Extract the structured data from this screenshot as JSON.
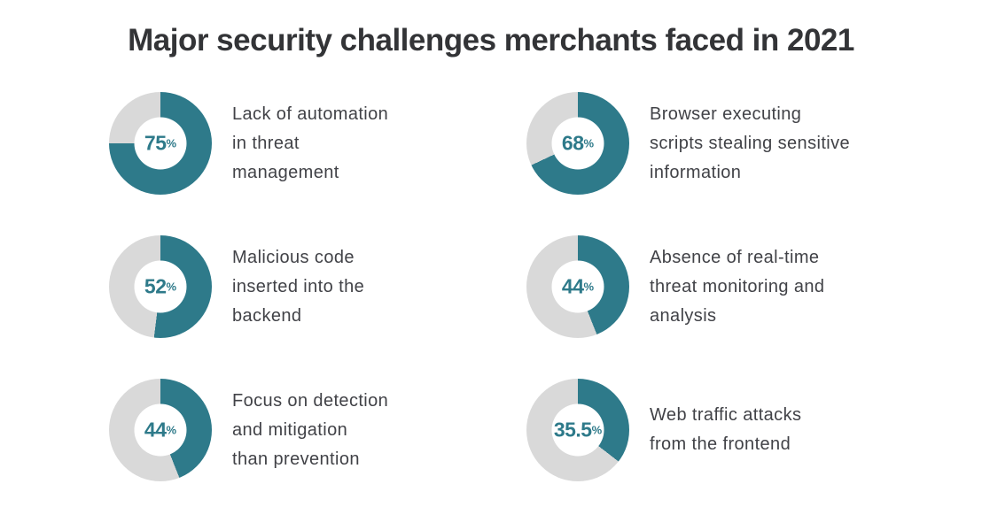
{
  "title": "Major security challenges merchants faced in 2021",
  "colors": {
    "accent": "#2e7a8a",
    "track": "#d9d9d9",
    "title_text": "#333437",
    "body_text": "#414247"
  },
  "chart_data": {
    "type": "pie",
    "variant": "donut-grid",
    "title": "Major security challenges merchants faced in 2021",
    "unit": "%",
    "start_angle_deg": 0,
    "direction": "clockwise",
    "legend": "none",
    "categories": [
      "Lack of automation in threat management",
      "Browser executing scripts stealing sensitive information",
      "Malicious code inserted into the backend",
      "Absence of real-time threat monitoring and analysis",
      "Focus on detection and mitigation than prevention",
      "Web traffic attacks from the frontend"
    ],
    "values": [
      75,
      68,
      52,
      44,
      44,
      35.5
    ],
    "items": [
      {
        "value": 75,
        "display": "75",
        "label": "Lack of automation in threat management",
        "lines": [
          "Lack of automation",
          "in threat",
          "management"
        ]
      },
      {
        "value": 68,
        "display": "68",
        "label": "Browser executing scripts stealing sensitive information",
        "lines": [
          "Browser executing",
          "scripts stealing sensitive",
          "information"
        ]
      },
      {
        "value": 52,
        "display": "52",
        "label": "Malicious code inserted into the backend",
        "lines": [
          "Malicious code",
          "inserted into the",
          "backend"
        ]
      },
      {
        "value": 44,
        "display": "44",
        "label": "Absence of real-time threat monitoring and analysis",
        "lines": [
          "Absence of real-time",
          "threat monitoring and",
          "analysis"
        ]
      },
      {
        "value": 44,
        "display": "44",
        "label": "Focus on detection and mitigation than prevention",
        "lines": [
          "Focus on detection",
          "and mitigation",
          "than prevention"
        ]
      },
      {
        "value": 35.5,
        "display": "35.5",
        "label": "Web traffic attacks from the frontend",
        "lines": [
          "Web traffic attacks",
          "from the frontend"
        ]
      }
    ]
  }
}
